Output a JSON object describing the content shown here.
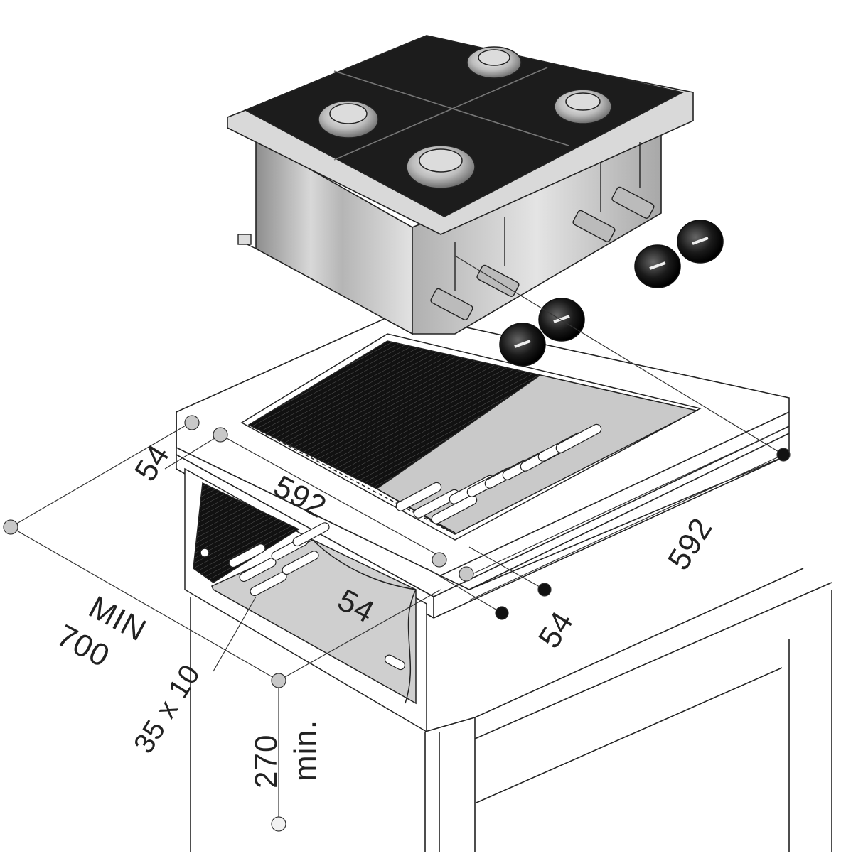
{
  "dimensions": {
    "width_front": "592",
    "depth": "592",
    "margin_back": "54",
    "margin_front": "54",
    "margin_side": "54",
    "min_label": "MIN",
    "min_value": "700",
    "slot_size": "35 x 10",
    "height_value": "270",
    "height_suffix": "min."
  },
  "colors": {
    "outline": "#222222",
    "steel": "#cfcfcf",
    "steel_dark": "#9a9a9a",
    "black": "#151515",
    "marker": "#bdbdbd"
  }
}
